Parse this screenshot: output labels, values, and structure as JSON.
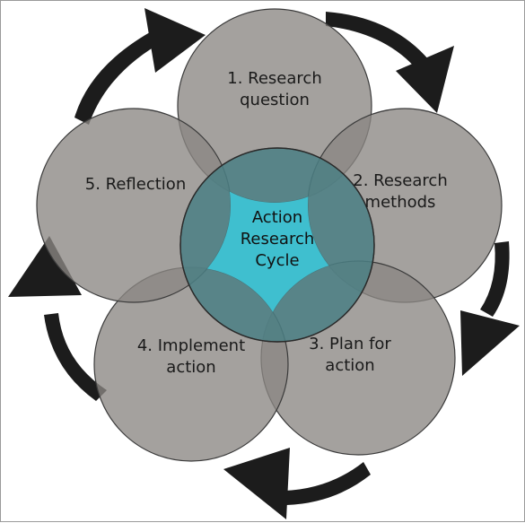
{
  "diagram": {
    "center": {
      "lines": [
        "Action",
        "Research",
        "Cycle"
      ],
      "color": "#3fbfcf"
    },
    "steps": [
      {
        "name": "step-research-question",
        "lines": [
          "1. Research",
          "question"
        ]
      },
      {
        "name": "step-research-methods",
        "lines": [
          "2. Research",
          "methods"
        ]
      },
      {
        "name": "step-plan-for-action",
        "lines": [
          "3. Plan for",
          "action"
        ]
      },
      {
        "name": "step-implement-action",
        "lines": [
          "4. Implement",
          "action"
        ]
      },
      {
        "name": "step-reflection",
        "lines": [
          "5. Reflection"
        ]
      }
    ],
    "colors": {
      "circle_fill": "#8a8783",
      "circle_stroke": "#3b3b3b",
      "arrow": "#1c1c1c"
    },
    "arrows": [
      "cycle-arrow-icon",
      "cycle-arrow-icon",
      "cycle-arrow-icon",
      "cycle-arrow-icon",
      "cycle-arrow-icon"
    ]
  }
}
